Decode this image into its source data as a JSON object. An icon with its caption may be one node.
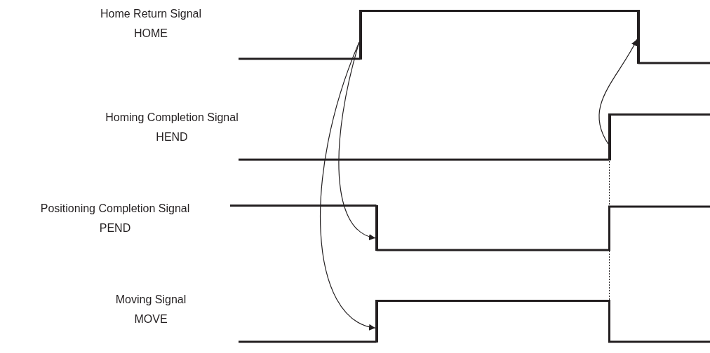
{
  "diagram": {
    "nodes": [
      {
        "text": [
          "Home Return Signal",
          "HOME"
        ]
      },
      {
        "text": [
          "Homing Completion Signal",
          "HEND"
        ]
      },
      {
        "text": [
          "Positioning Completion Signal",
          "PEND"
        ]
      },
      {
        "text": [
          "Moving Signal",
          "MOVE"
        ]
      },
      {
        "text": [],
        "shape": "bar"
      },
      {
        "text": [],
        "shape": "bar"
      },
      {
        "text": [],
        "shape": "bar"
      },
      {
        "text": [],
        "shape": "bar"
      },
      {
        "text": [],
        "shape": "bar"
      }
    ],
    "edges": [
      {
        "from": 4,
        "to": 7,
        "arrow": "to"
      },
      {
        "from": 4,
        "to": 8,
        "arrow": "to"
      },
      {
        "from": 6,
        "to": 5,
        "arrow": "to"
      }
    ]
  }
}
